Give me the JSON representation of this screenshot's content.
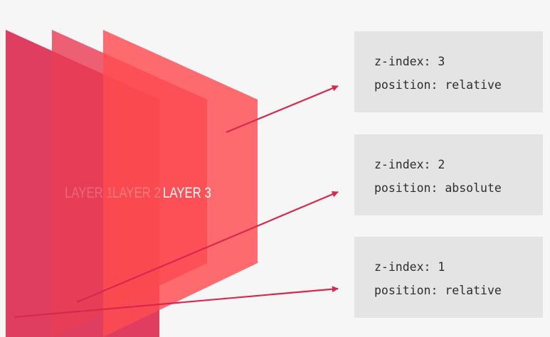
{
  "layers": [
    {
      "label": "LAYER 1",
      "color": "#dd3458",
      "label_color": "rgba(255,255,255,0.22)"
    },
    {
      "label": "LAYER 2",
      "color": "#ea3d55",
      "label_color": "rgba(255,255,255,0.28)"
    },
    {
      "label": "LAYER 3",
      "color": "#ff4c4f",
      "label_color": "#ffffff"
    }
  ],
  "boxes": [
    {
      "z_index": "z-index: 3",
      "position": "position: relative"
    },
    {
      "z_index": "z-index: 2",
      "position": "position: absolute"
    },
    {
      "z_index": "z-index: 1",
      "position": "position: relative"
    }
  ],
  "colors": {
    "background": "#f6f6f7",
    "arrow": "#d8284e",
    "box_background": "#e4e4e4",
    "box_text": "#2d2d2d"
  }
}
